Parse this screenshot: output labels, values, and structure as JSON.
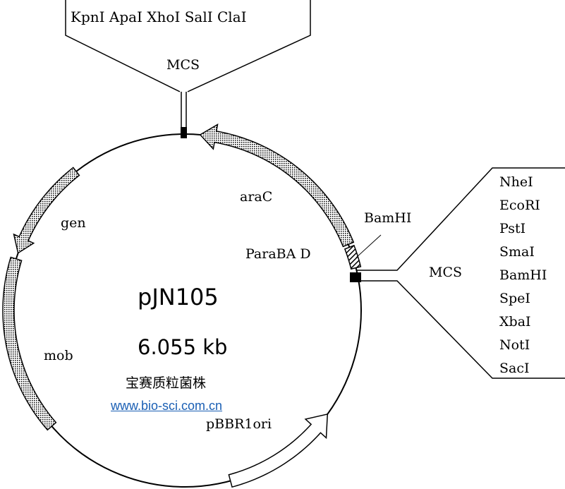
{
  "plasmid": {
    "name": "pJN105",
    "size": "6.055 kb"
  },
  "watermark": {
    "company": "宝赛质粒菌株",
    "url": "www.bio-sci.com.cn"
  },
  "top_mcs": {
    "label": "MCS",
    "sites": "KpnI ApaI XhoI  SalI  ClaI"
  },
  "right_mcs": {
    "label": "MCS",
    "sites": [
      "NheI",
      "EcoRI",
      "PstI",
      "SmaI",
      "BamHI",
      "SpeI",
      "XbaI",
      "NotI",
      "SacI"
    ]
  },
  "features": {
    "araC": "araC",
    "gen": "gen",
    "mob": "mob",
    "ParaBAD": "ParaBA D",
    "BamHI": "BamHI",
    "ori": "pBBR1ori"
  }
}
